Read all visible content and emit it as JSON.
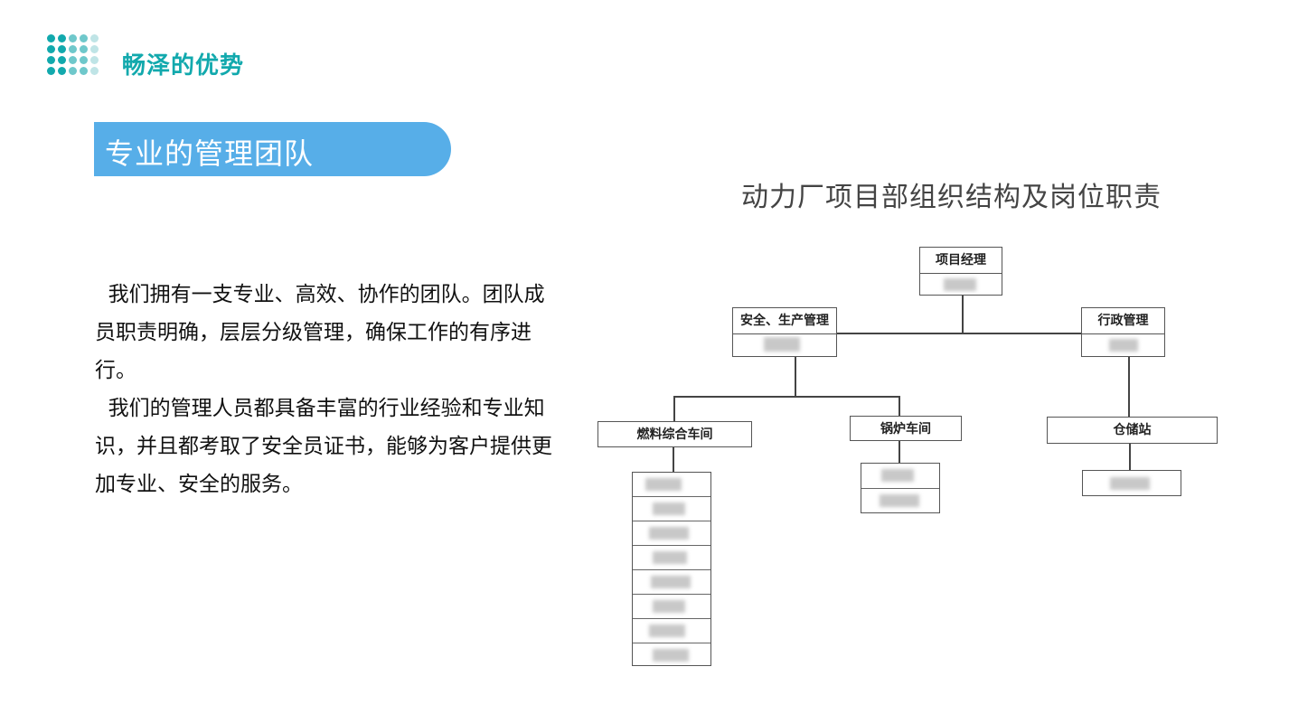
{
  "header": {
    "title": "畅泽的优势",
    "dots_colors": [
      "#12a9ad",
      "#6fc8cb",
      "#bfe4e6"
    ]
  },
  "section": {
    "label": "专业的管理团队",
    "color": "#57aee8"
  },
  "body": {
    "paragraphs": [
      "我们拥有一支专业、高效、协作的团队。团队成员职责明确，层层分级管理，确保工作的有序进行。",
      "我们的管理人员都具备丰富的行业经验和专业知识，并且都考取了安全员证书，能够为客户提供更加专业、安全的服务。"
    ]
  },
  "org_chart": {
    "title": "动力厂项目部组织结构及岗位职责",
    "nodes": {
      "pm": "项目经理",
      "safety": "安全、生产管理",
      "admin": "行政管理",
      "fuel": "燃料综合车间",
      "boiler": "锅炉车间",
      "storage": "仓储站"
    }
  }
}
